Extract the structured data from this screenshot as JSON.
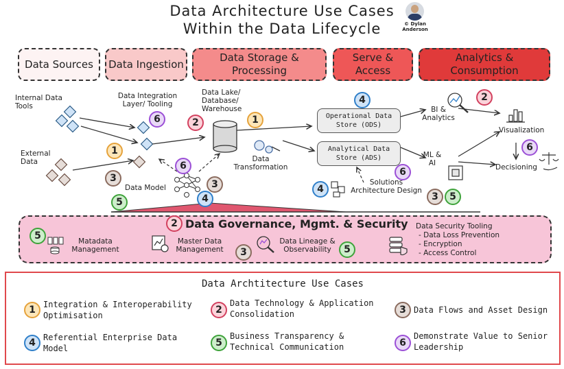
{
  "title": {
    "line1": "Data Architecture Use Cases",
    "line2": "Within the Data Lifecycle"
  },
  "author": {
    "credit": "© Dylan Anderson"
  },
  "stages": [
    {
      "label": "Data Sources",
      "color": "#fdf3f3"
    },
    {
      "label": "Data Ingestion",
      "color": "#f9c9c9"
    },
    {
      "label": "Data Storage & Processing",
      "color": "#f48b8b"
    },
    {
      "label": "Serve & Access",
      "color": "#ee5757"
    },
    {
      "label": "Analytics & Consumption",
      "color": "#e03a3a"
    }
  ],
  "diagram": {
    "internal_tools": "Internal Data Tools",
    "external_data": "External Data",
    "integration_layer": "Data Integration Layer/ Tooling",
    "data_lake": "Data Lake/ Database/ Warehouse",
    "data_transformation": "Data Transformation",
    "data_model": "Data Model",
    "ods": "Operational Data Store (ODS)",
    "ads": "Analytical Data Store (ADS)",
    "solutions": "Solutions Architecture Design",
    "bi": "BI & Analytics",
    "ml": "ML & AI",
    "visualization": "Visualization",
    "decisioning": "Decisioning"
  },
  "governance": {
    "title": "Data Governance, Mgmt. & Security",
    "metadata": "Matadata Management",
    "master_data": "Master Data Management",
    "lineage": "Data Lineage & Observability",
    "security_tooling": "Data Security Tooling",
    "security_items": [
      "- Data Loss Prevention",
      "- Encryption",
      "- Access Control"
    ]
  },
  "legend": {
    "title": "Data Archtitecture Use Cases",
    "items": [
      {
        "num": "1",
        "text": "Integration & Interoperability Optimisation"
      },
      {
        "num": "2",
        "text": "Data Technology & Application Consolidation"
      },
      {
        "num": "3",
        "text": "Data Flows and Asset Design"
      },
      {
        "num": "4",
        "text": "Referential Enterprise Data Model"
      },
      {
        "num": "5",
        "text": "Business Transparency & Technical Communication"
      },
      {
        "num": "6",
        "text": "Demonstrate Value to Senior Leadership"
      }
    ]
  },
  "colors": {
    "uc1": "#e5a23b",
    "uc2": "#d2405e",
    "uc3": "#8a6b5e",
    "uc4": "#2f7fc9",
    "uc5": "#3ea23a",
    "uc6": "#9b4fd6",
    "governance_fill": "#f7c5d8",
    "legend_border": "#e0484c"
  }
}
